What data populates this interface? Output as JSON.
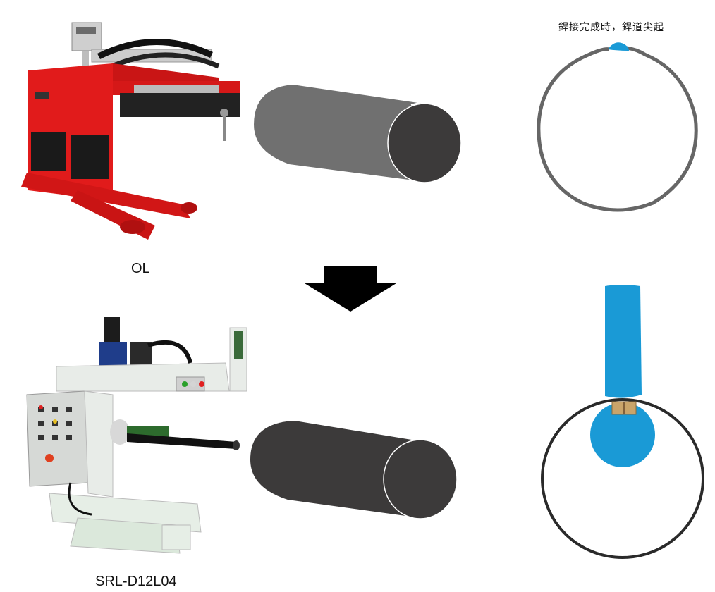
{
  "machines": {
    "top": {
      "label": "OL",
      "icon": "red-seam-welder-illustration"
    },
    "bottom": {
      "label": "SRL-D12L04",
      "icon": "white-rolling-machine-illustration"
    }
  },
  "annotation": {
    "text": "銲接完成時，銲道尖起"
  },
  "arrow": {
    "icon": "down-arrow-icon"
  },
  "colors": {
    "welder_red": "#e11b1b",
    "pipe_light": "#707070",
    "pipe_dark": "#3c3a3a",
    "roller_blue": "#1a9ad6",
    "ring_top": "#666666",
    "ring_bottom": "#2a2a2a"
  }
}
